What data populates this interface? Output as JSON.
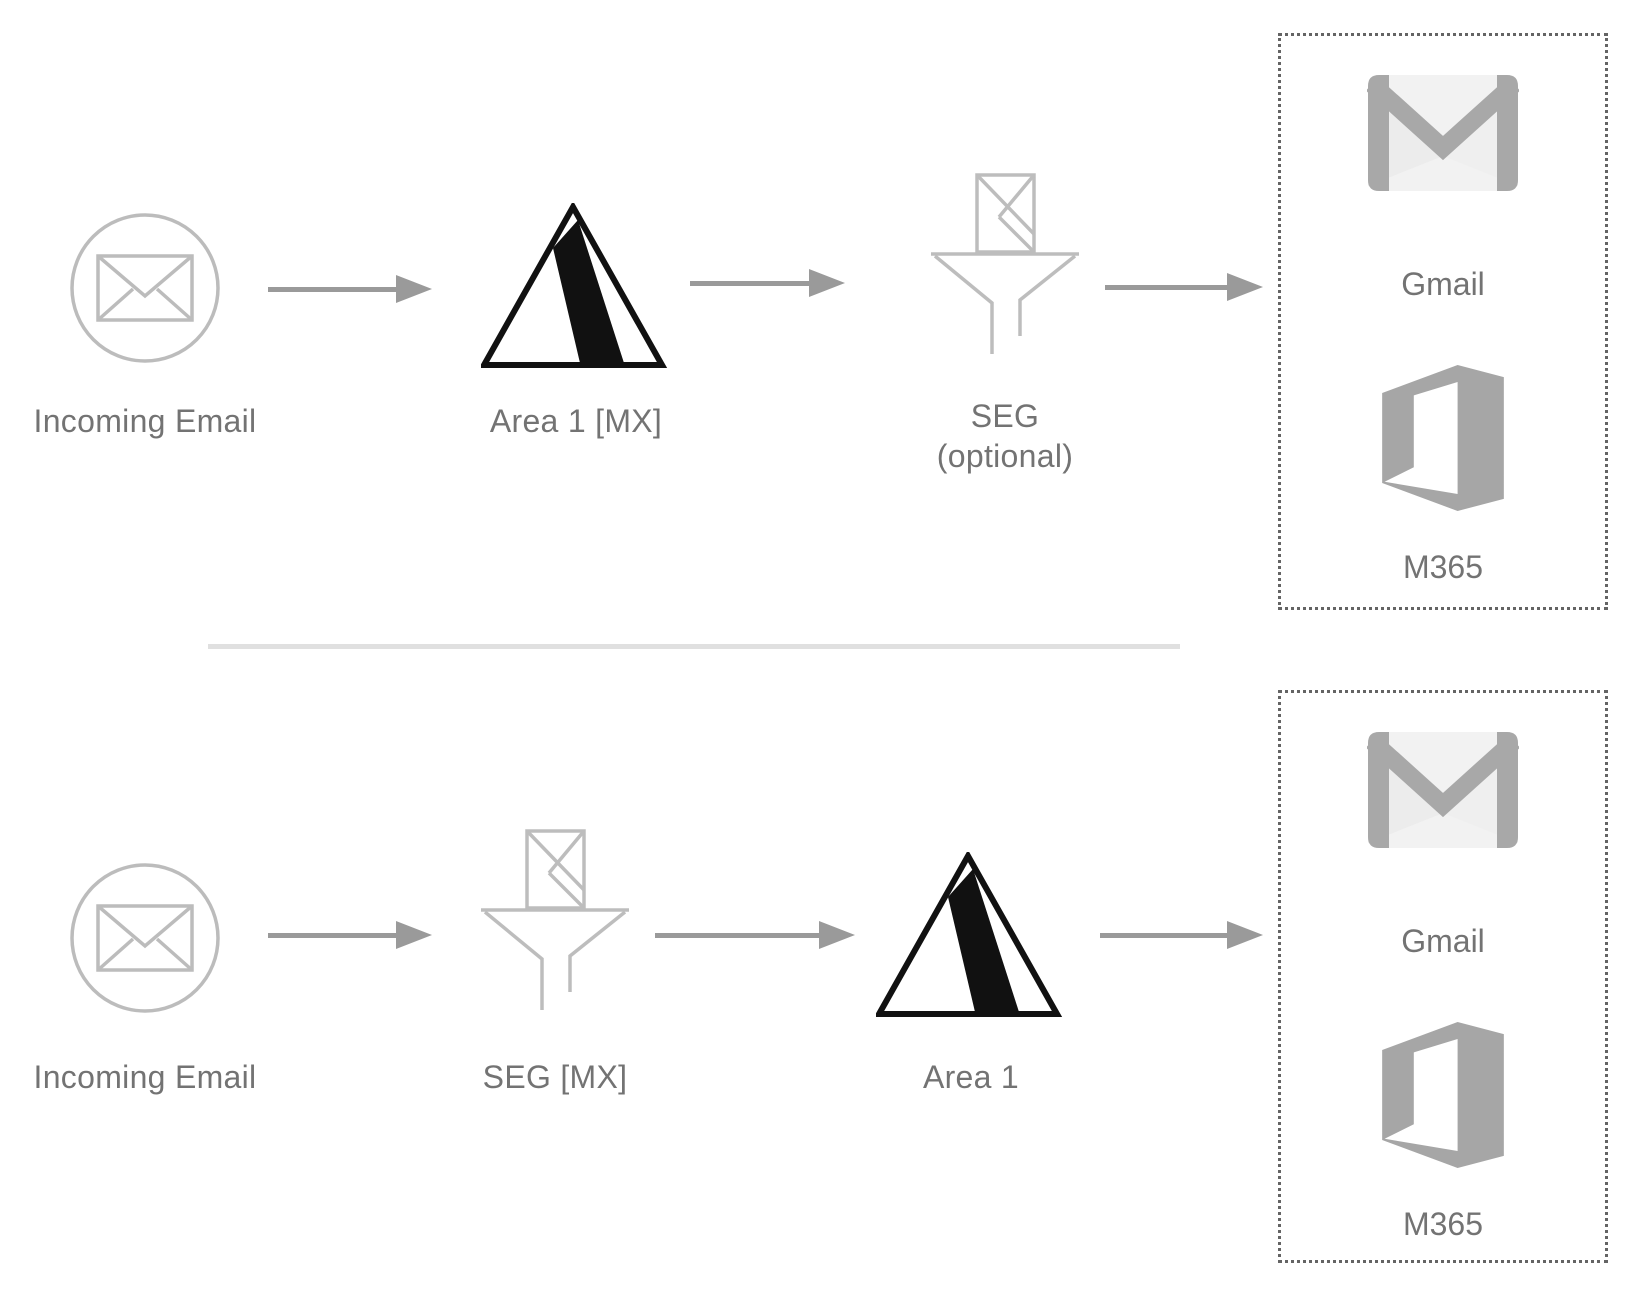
{
  "flow_top": {
    "incoming": "Incoming Email",
    "gateway": "Area 1 [MX]",
    "seg": "SEG",
    "seg_note": "(optional)",
    "dest_gmail": "Gmail",
    "dest_m365": "M365"
  },
  "flow_bottom": {
    "incoming": "Incoming Email",
    "seg": "SEG [MX]",
    "gateway": "Area 1",
    "dest_gmail": "Gmail",
    "dest_m365": "M365"
  },
  "colors": {
    "icon_stroke": "#bcbcbc",
    "arrow": "#9a9a9a",
    "label_text": "#737373",
    "logo_black": "#111111",
    "brand_gray": "#a8a8a8",
    "m365_gray": "#a6a6a6",
    "divider": "#e0e0e0",
    "dotted_border": "#646464"
  }
}
